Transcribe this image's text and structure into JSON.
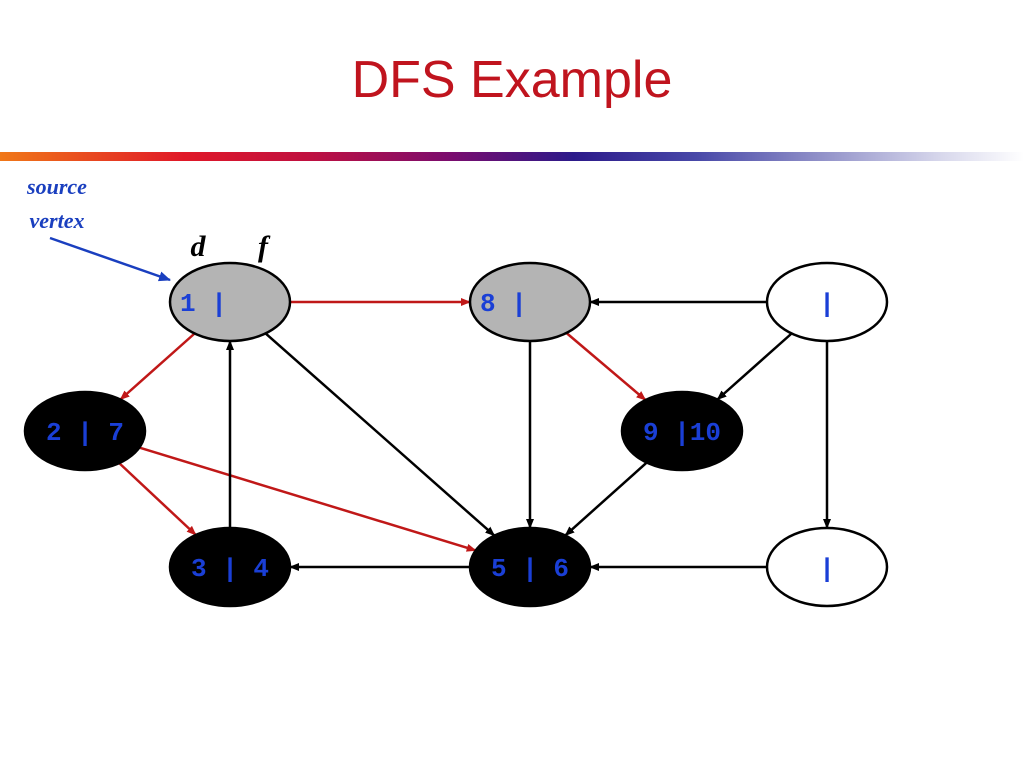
{
  "title": "DFS Example",
  "annotation": {
    "line1": "source",
    "line2": "vertex"
  },
  "header_labels": {
    "d": "d",
    "f": "f"
  },
  "colors": {
    "title": "#c0141e",
    "tree_edge": "#c01818",
    "other_edge": "#000000",
    "gray_node": "#b4b4b4",
    "black_node": "#000000",
    "white_node": "#ffffff",
    "label": "#1a3fd6",
    "source_arrow": "#1a3fbf"
  },
  "nodes": [
    {
      "id": "n1",
      "label": "1 |",
      "state": "gray"
    },
    {
      "id": "n2",
      "label": "2 | 7",
      "state": "black"
    },
    {
      "id": "n3",
      "label": "3 | 4",
      "state": "black"
    },
    {
      "id": "n5",
      "label": "5 | 6",
      "state": "black"
    },
    {
      "id": "n8",
      "label": "8 |",
      "state": "gray"
    },
    {
      "id": "n9",
      "label": "9 |10",
      "state": "black"
    },
    {
      "id": "nA",
      "label": "|",
      "state": "white"
    },
    {
      "id": "nB",
      "label": "|",
      "state": "white"
    }
  ],
  "edges": [
    {
      "from": "n1",
      "to": "n8",
      "type": "tree"
    },
    {
      "from": "n1",
      "to": "n2",
      "type": "tree"
    },
    {
      "from": "n2",
      "to": "n3",
      "type": "tree"
    },
    {
      "from": "n2",
      "to": "n5",
      "type": "tree"
    },
    {
      "from": "n8",
      "to": "n9",
      "type": "tree"
    },
    {
      "from": "n3",
      "to": "n1",
      "type": "other"
    },
    {
      "from": "n1",
      "to": "n5",
      "type": "other"
    },
    {
      "from": "n8",
      "to": "n5",
      "type": "other"
    },
    {
      "from": "n9",
      "to": "n5",
      "type": "other"
    },
    {
      "from": "n5",
      "to": "n3",
      "type": "other"
    },
    {
      "from": "nA",
      "to": "n8",
      "type": "other"
    },
    {
      "from": "nA",
      "to": "n9",
      "type": "other"
    },
    {
      "from": "nA",
      "to": "nB",
      "type": "other"
    },
    {
      "from": "nB",
      "to": "n5",
      "type": "other"
    }
  ]
}
